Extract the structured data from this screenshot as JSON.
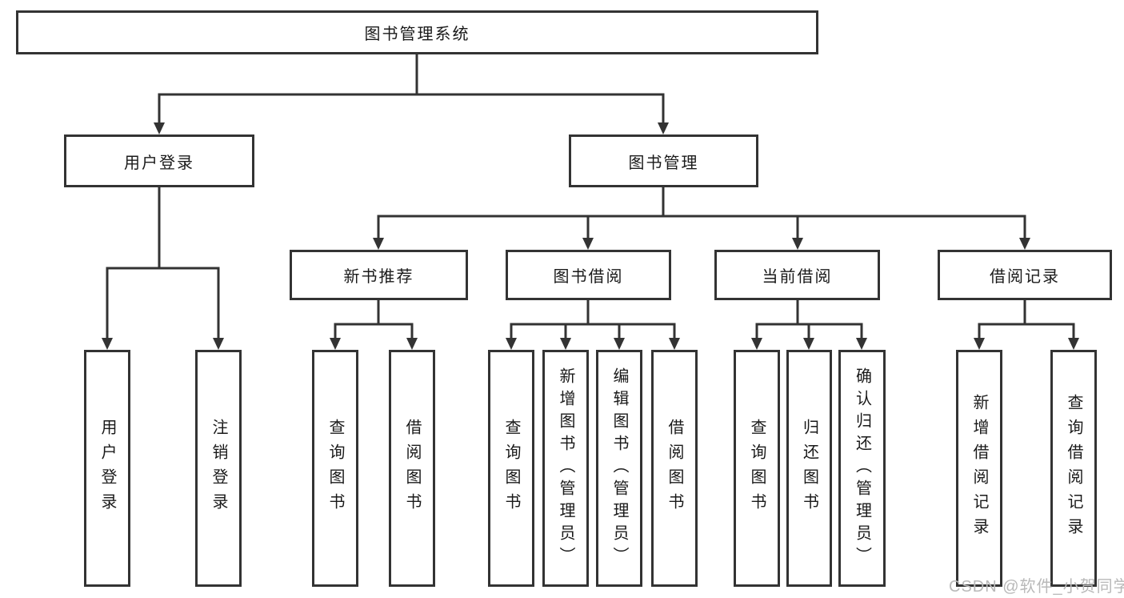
{
  "diagram_title": "图书管理系统",
  "watermark": {
    "text": "CSDN @软件_小贺同学"
  },
  "colors": {
    "line": "#333333",
    "border": "#333333",
    "text": "#1a1a1a",
    "background": "#ffffff",
    "watermark": "#b9b9b9"
  },
  "tree": {
    "root": "图书管理系统",
    "level2": [
      {
        "label": "用户登录",
        "leaves": [
          "用户登录",
          "注销登录"
        ]
      },
      {
        "label": "图书管理",
        "children": [
          {
            "label": "新书推荐",
            "leaves": [
              "查询图书",
              "借阅图书"
            ]
          },
          {
            "label": "图书借阅",
            "leaves": [
              "查询图书",
              "新增图书（管理员）",
              "编辑图书（管理员）",
              "借阅图书"
            ]
          },
          {
            "label": "当前借阅",
            "leaves": [
              "查询图书",
              "归还图书",
              "确认归还（管理员）"
            ]
          },
          {
            "label": "借阅记录",
            "leaves": [
              "新增借阅记录",
              "查询借阅记录"
            ]
          }
        ]
      }
    ]
  }
}
